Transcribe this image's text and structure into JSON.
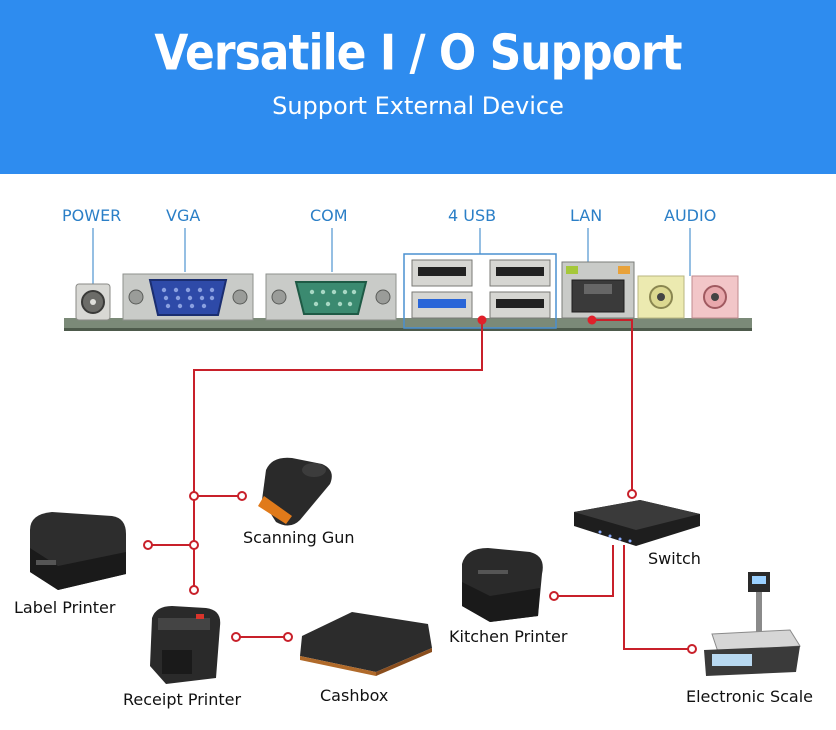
{
  "header": {
    "title": "Versatile I / O Support",
    "subtitle": "Support External Device"
  },
  "ports": {
    "power": "POWER",
    "vga": "VGA",
    "com": "COM",
    "usb": "4 USB",
    "lan": "LAN",
    "audio": "AUDIO"
  },
  "devices": {
    "scanning_gun": "Scanning Gun",
    "label_printer": "Label Printer",
    "receipt_printer": "Receipt Printer",
    "cashbox": "Cashbox",
    "switch": "Switch",
    "kitchen_printer": "Kitchen Printer",
    "electronic_scale": "Electronic Scale"
  },
  "colors": {
    "header_bg": "#2e8cef",
    "port_label": "#2b7fc7",
    "connection_line": "#c8202a"
  }
}
